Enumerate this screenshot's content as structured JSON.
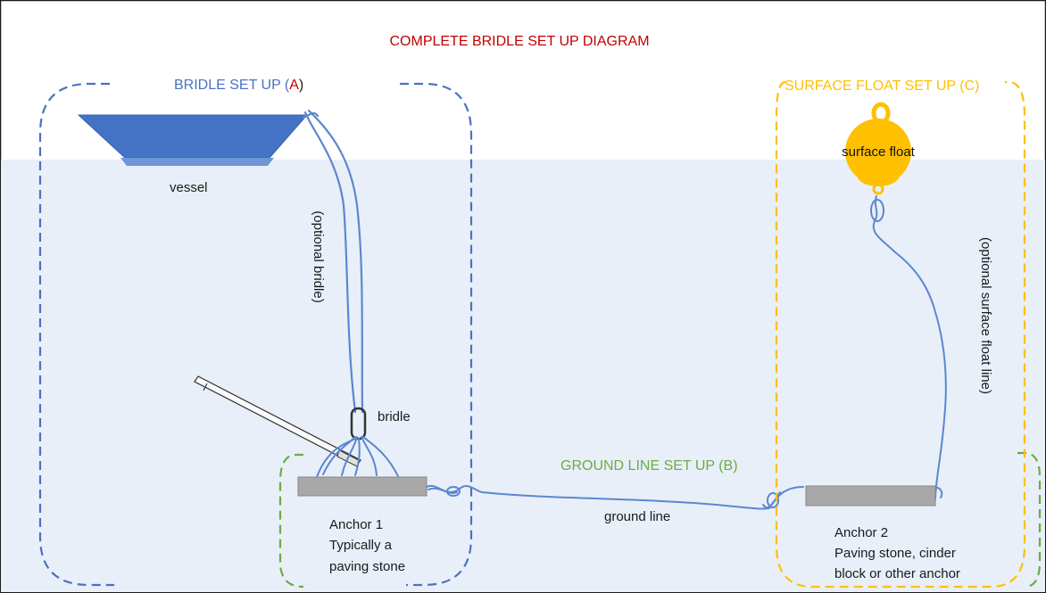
{
  "title": "COMPLETE BRIDLE SET UP DIAGRAM",
  "colors": {
    "title": "#c00000",
    "water": "#e9eff8",
    "line": "#5b87d0",
    "section_a": "#4a72c2",
    "section_b": "#6aac46",
    "section_c": "#ffc000",
    "vessel": "#4472c4",
    "anchor": "#a8a8a8",
    "float": "#ffc000"
  },
  "sections": {
    "a": {
      "prefix": "BRIDLE SET UP (",
      "mark": "A",
      "suffix": ")"
    },
    "b": {
      "label": "GROUND LINE SET UP (B)"
    },
    "c": {
      "label": "SURFACE FLOAT SET UP (C)"
    }
  },
  "labels": {
    "vessel": "vessel",
    "optional_bridle": "(optional bridle)",
    "bridle": "bridle",
    "anchor1": [
      "Anchor 1",
      "Typically a",
      "paving stone"
    ],
    "ground_line": "ground line",
    "surface_float": "surface float",
    "optional_float_line": "(optional surface float line)",
    "anchor2": [
      "Anchor 2",
      "Paving stone, cinder",
      "block or other anchor"
    ]
  }
}
